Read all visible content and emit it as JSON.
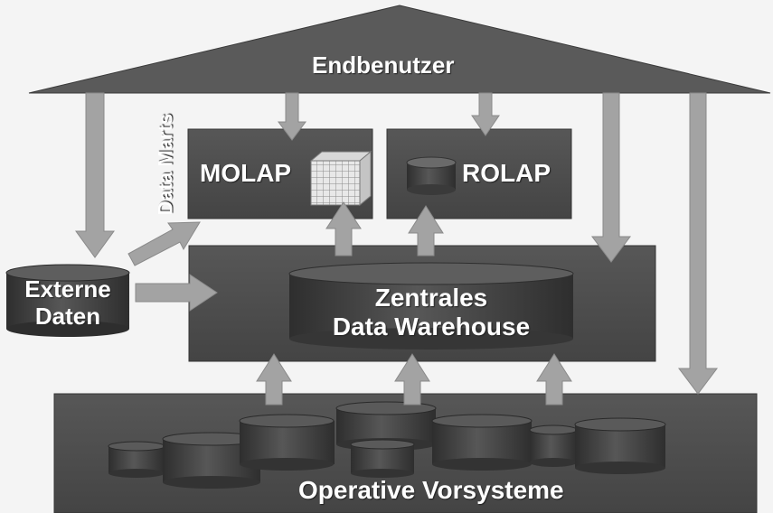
{
  "roof_label": "Endbenutzer",
  "data_marts_label": "Data Marts",
  "molap_label": "MOLAP",
  "rolap_label": "ROLAP",
  "externe_daten": {
    "line1": "Externe",
    "line2": "Daten"
  },
  "dwh": {
    "line1": "Zentrales",
    "line2": "Data Warehouse"
  },
  "base_label": "Operative Vorsysteme",
  "colors": {
    "roof": "#5a5a5a",
    "box": "#4d4d4d",
    "cylinder": "#3f3f3f",
    "arrow": "#a3a3a3",
    "text": "#ffffff",
    "cube": "#e8e8e8"
  }
}
